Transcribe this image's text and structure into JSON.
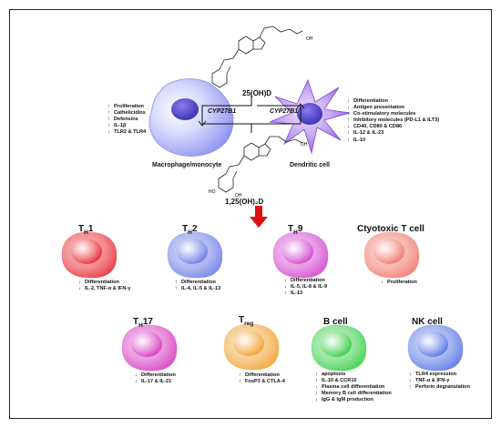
{
  "molecules": {
    "precursor": "25(OH)D",
    "active": "1,25(OH)₂D",
    "enzyme": "CYP27B1"
  },
  "macrophage": {
    "label": "Macrophage/monocyte",
    "effects": [
      {
        "dir": "↑",
        "text": "Proliferation"
      },
      {
        "dir": "↑",
        "text": "Cathelicidins"
      },
      {
        "dir": "↑",
        "text": "Defensins"
      },
      {
        "dir": "↑",
        "text": "IL-1β"
      },
      {
        "dir": "↓",
        "text": "TLR2 & TLR4"
      }
    ]
  },
  "dendritic": {
    "label": "Dendritic cell",
    "effects": [
      {
        "dir": "↓",
        "text": "Differentiation"
      },
      {
        "dir": "↓",
        "text": "Antigen presentation"
      },
      {
        "dir": "↓",
        "text": "Co-stimulatory molecules"
      },
      {
        "dir": "↑",
        "text": "Inhibitory molecules (PD-L1 & ILT3)"
      },
      {
        "dir": "↓",
        "text": "CD40, CD80 & CD86"
      },
      {
        "dir": "↓",
        "text": "IL-12 & IL-23"
      },
      {
        "dir": "↑",
        "text": "IL-10"
      }
    ]
  },
  "cells": {
    "th1": {
      "name": "T",
      "sub": "H",
      "suffix": "1",
      "effects": [
        {
          "dir": "↓",
          "text": "Differentiation"
        },
        {
          "dir": "↓",
          "text": "IL-2, TNF-α & IFN-γ"
        }
      ]
    },
    "th2": {
      "name": "T",
      "sub": "H",
      "suffix": "2",
      "effects": [
        {
          "dir": "↑",
          "text": "Differentiation"
        },
        {
          "dir": "↑",
          "text": "IL-4, IL-5 & IL-13"
        }
      ]
    },
    "th9": {
      "name": "T",
      "sub": "H",
      "suffix": "9",
      "effects": [
        {
          "dir": "↓",
          "text": "Differentiation"
        },
        {
          "dir": "↓",
          "text": "IL-5, IL-8 & IL-9"
        },
        {
          "dir": "↑",
          "text": "IL-13"
        }
      ]
    },
    "ctl": {
      "name": "Ctyotoxic T cell",
      "effects": [
        {
          "dir": "↓",
          "text": "Proliferation"
        }
      ]
    },
    "th17": {
      "name": "T",
      "sub": "H",
      "suffix": "17",
      "effects": [
        {
          "dir": "↓",
          "text": "Differentiation"
        },
        {
          "dir": "↓",
          "text": "IL-17 & IL-21"
        }
      ]
    },
    "treg": {
      "name": "T",
      "sub": "reg",
      "suffix": "",
      "effects": [
        {
          "dir": "↑",
          "text": "Differentiation"
        },
        {
          "dir": "↑",
          "text": "FoxP3 & CTLA-4"
        }
      ]
    },
    "bcell": {
      "name": "B cell",
      "effects": [
        {
          "dir": "↑",
          "text": "apoptosis"
        },
        {
          "dir": "↑",
          "text": "IL-10 & CCR10"
        },
        {
          "dir": "↓",
          "text": "Plasma cell differentiation"
        },
        {
          "dir": "↓",
          "text": "Memory B cell differentiation"
        },
        {
          "dir": "↓",
          "text": "IgG & IgM production"
        }
      ]
    },
    "nk": {
      "name": "NK cell",
      "effects": [
        {
          "dir": "↓",
          "text": "TLR4 expression"
        },
        {
          "dir": "↓",
          "text": "TNF-α & IFN-γ"
        },
        {
          "dir": "↑",
          "text": "Perforin degranulation"
        }
      ]
    }
  },
  "colors": {
    "th1": "#e8303a",
    "th2": "#6f7fe8",
    "th9": "#d34ad0",
    "ctl": "#f07a70",
    "th17": "#d83ec2",
    "treg": "#f2a234",
    "bcell": "#3ecf4c",
    "nk": "#5a78e6",
    "macrophage": "#7d82f0",
    "dendritic": "#8f5ce0",
    "arrow": "#e01010"
  }
}
